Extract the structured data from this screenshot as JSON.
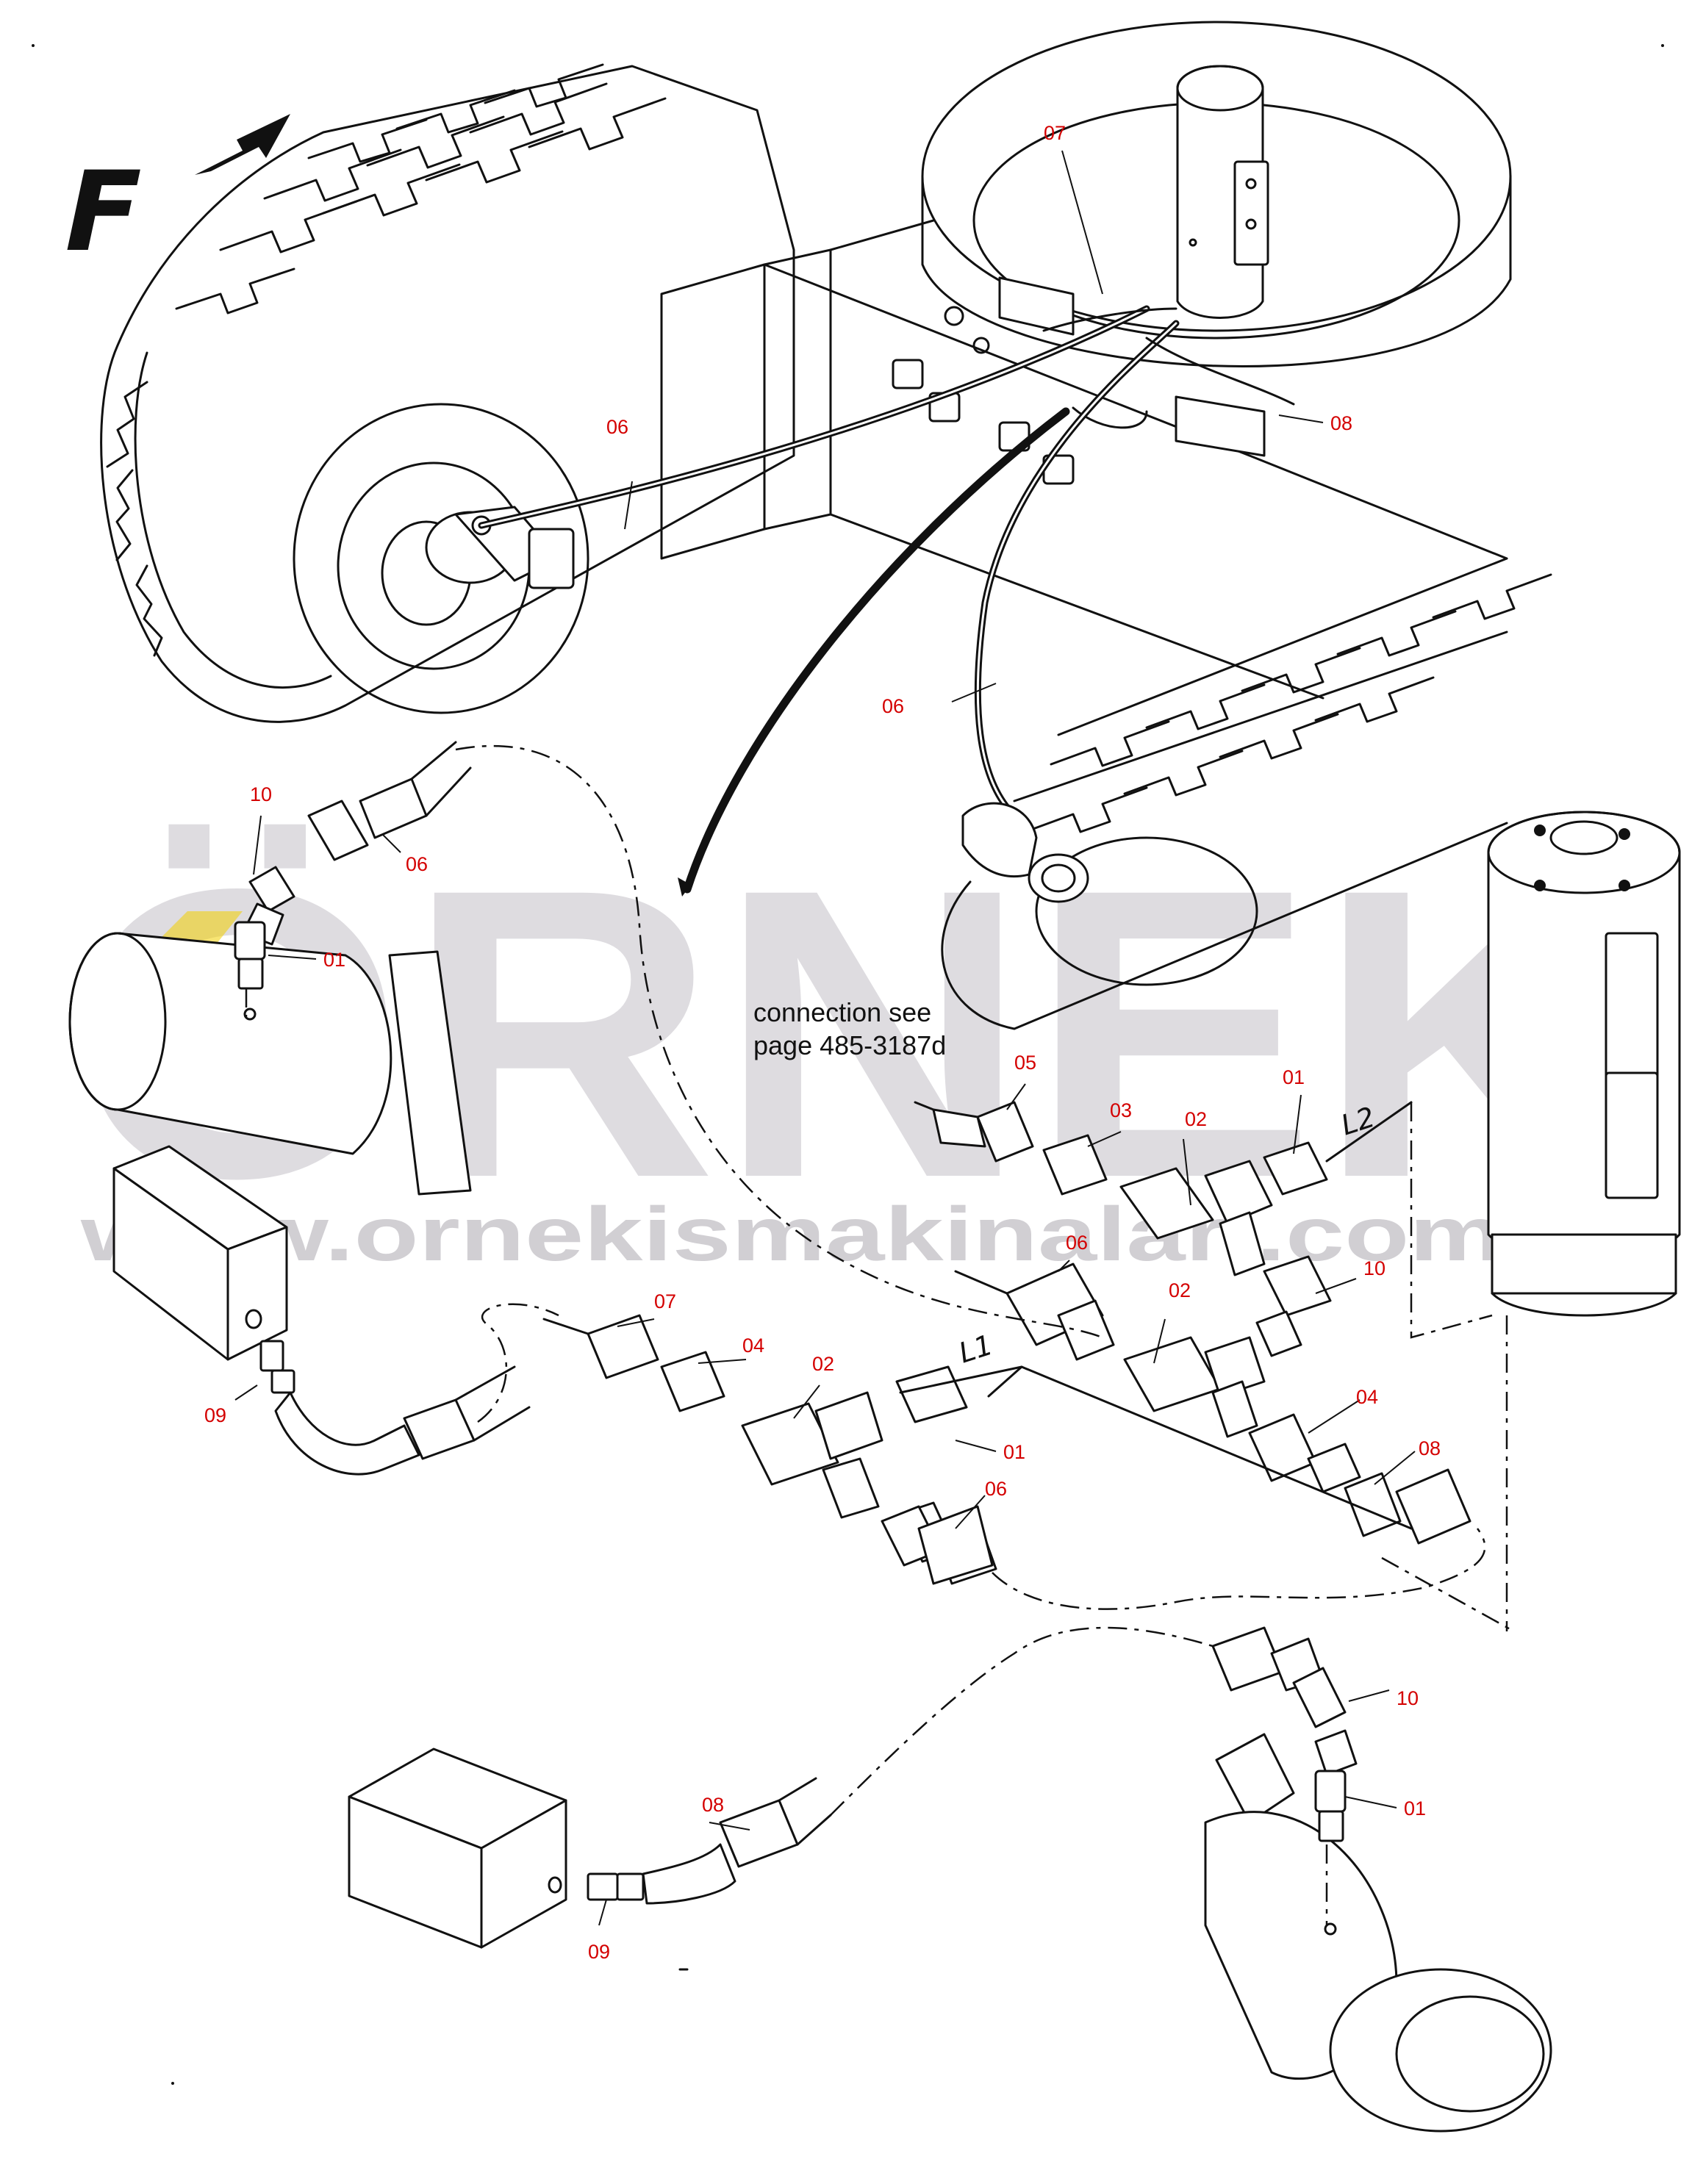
{
  "watermark": {
    "brand": "ÖRNEK",
    "url": "www.ornekismakinalari.com.tr"
  },
  "orientation": {
    "label": "F"
  },
  "note": {
    "line1": "connection see",
    "line2": "page 485-3187d"
  },
  "line_labels": {
    "l1": "L1",
    "l2": "L2"
  },
  "callouts": {
    "c07_top": "07",
    "c08_top": "08",
    "c06_upper_left": "06",
    "c06_upper_right": "06",
    "c10_left": "10",
    "c06_left": "06",
    "c01_left": "01",
    "c05": "05",
    "c03": "03",
    "c02_a": "02",
    "c01_right_top": "01",
    "c06_mid": "06",
    "c10_mid": "10",
    "c02_b": "02",
    "c07_mid": "07",
    "c04_left": "04",
    "c02_c": "02",
    "c09_left": "09",
    "c01_mid": "01",
    "c04_right": "04",
    "c08_right": "08",
    "c06_lower": "06",
    "c10_lower": "10",
    "c01_lower": "01",
    "c08_lower": "08",
    "c09_lower": "09"
  },
  "colors": {
    "callout": "#d40000",
    "ink": "#111111",
    "watermark": "#d3d1d6"
  }
}
